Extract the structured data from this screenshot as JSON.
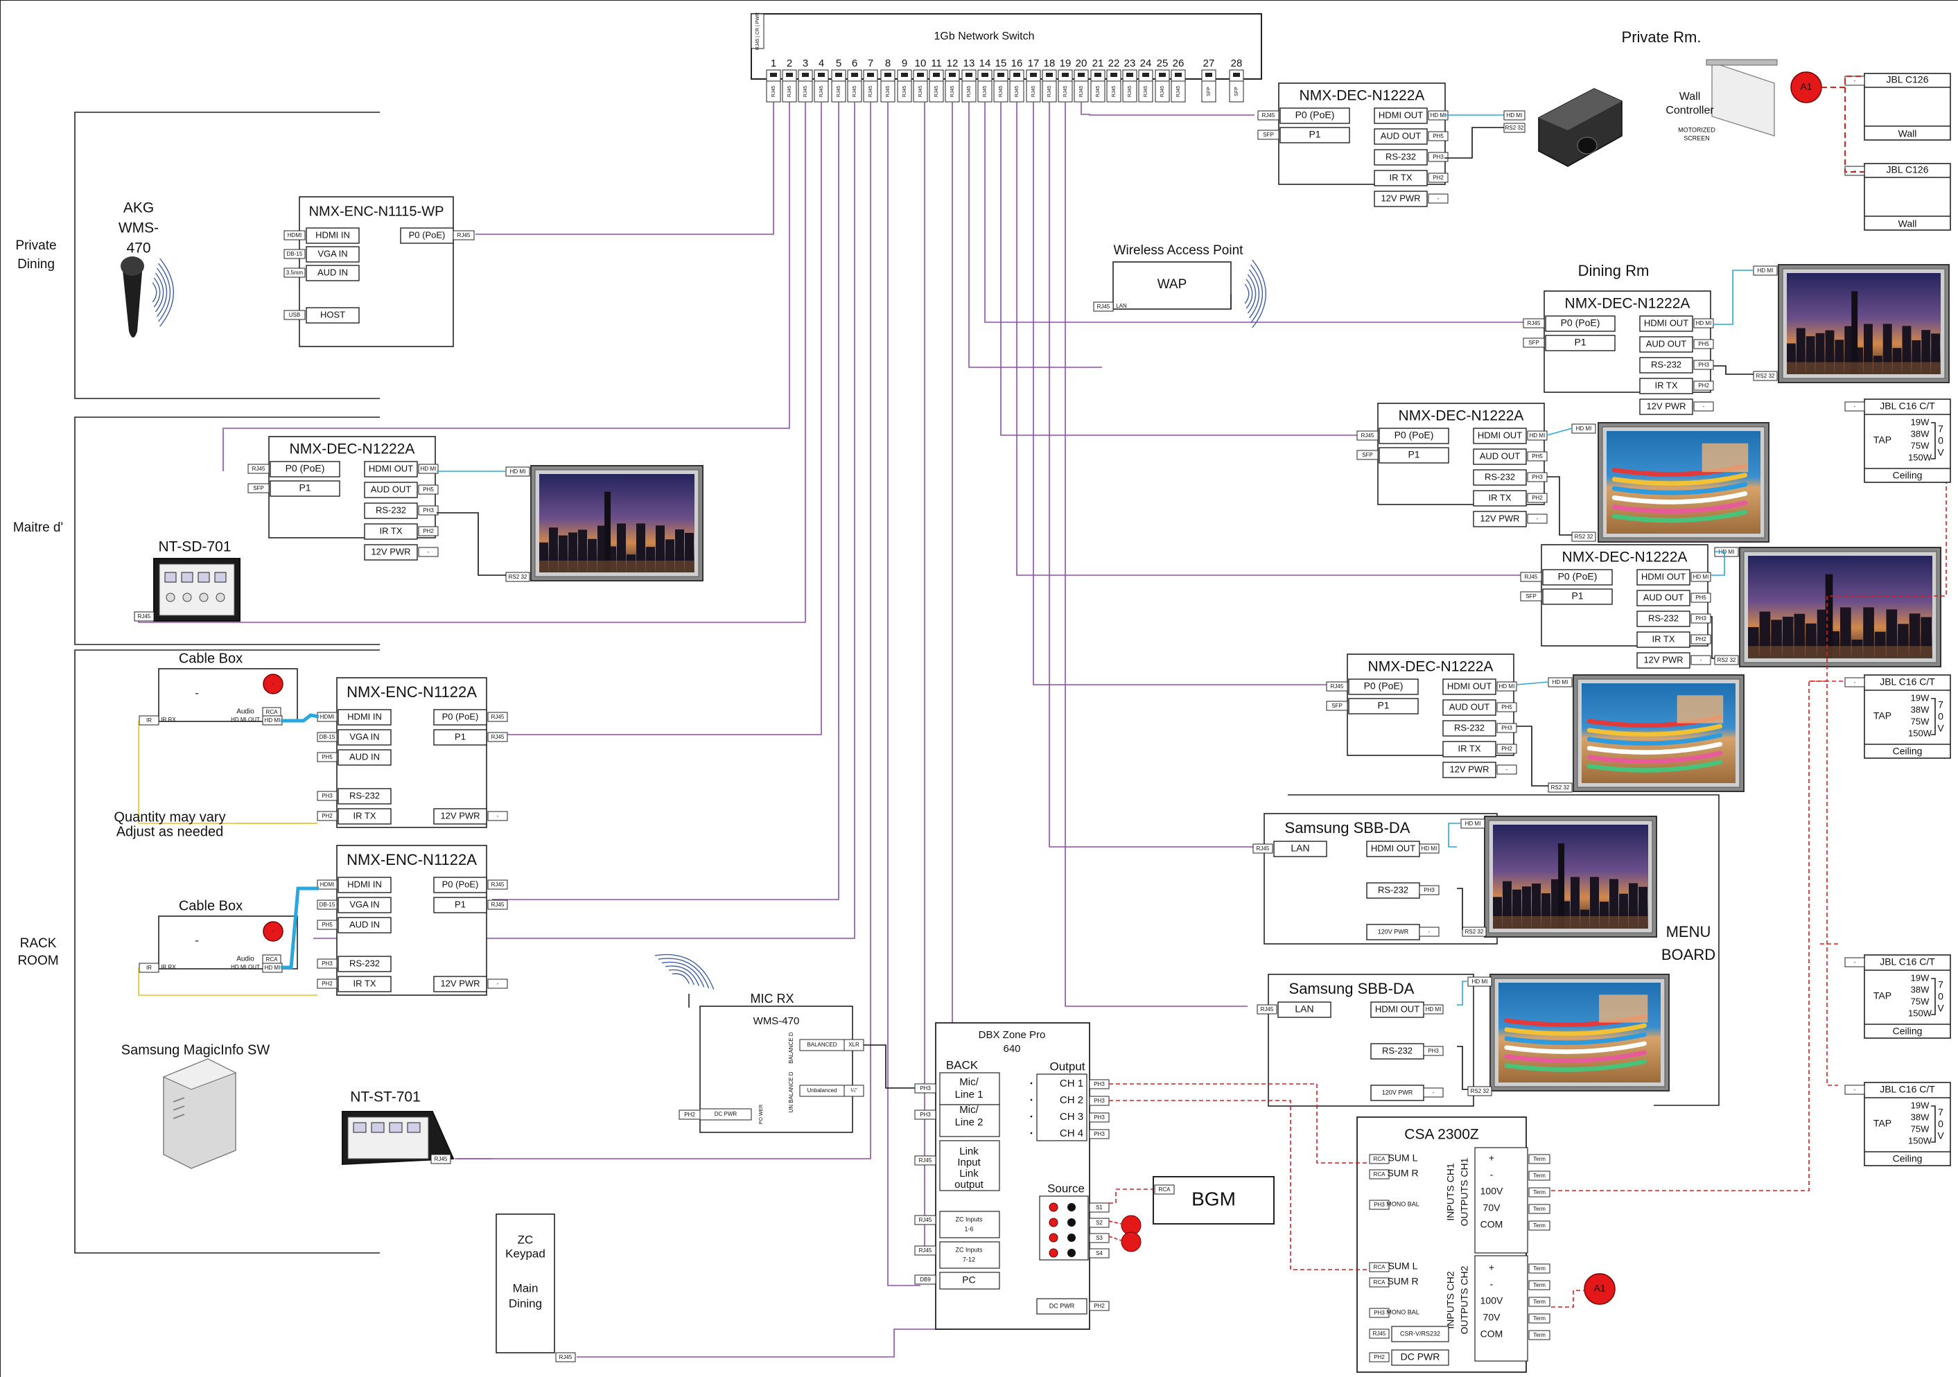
{
  "switch": {
    "title": "1Gb Network Switch",
    "side_label": "RJ45 | CR | PWR",
    "ports": [
      "1",
      "2",
      "3",
      "4",
      "5",
      "6",
      "7",
      "8",
      "9",
      "10",
      "11",
      "12",
      "13",
      "14",
      "15",
      "16",
      "17",
      "18",
      "19",
      "20",
      "21",
      "22",
      "23",
      "24",
      "25",
      "26",
      "27",
      "28"
    ],
    "port_jack": "RJ45",
    "sfp_jack": "SFP"
  },
  "rooms": {
    "private_dining": "Private Dining",
    "maitre_d": "Maitre d'",
    "rack_room": "RACK ROOM",
    "private_rm": "Private Rm.",
    "dining_rm": "Dining Rm",
    "menu_board": "MENU BOARD"
  },
  "mic": {
    "title": "AKG WMS-470"
  },
  "wall_controller": {
    "title": "Wall Controller",
    "sub": "MOTORIZED SCREEN"
  },
  "encoder_wp": {
    "title": "NMX-ENC-N1115-WP",
    "rows": [
      "HDMI IN",
      "VGA IN",
      "AUD IN",
      "HOST"
    ],
    "tags": [
      "HDMI",
      "DB-15",
      "3.5mm",
      "USB"
    ],
    "out": "P0 (PoE)",
    "out_tag": "RJ45"
  },
  "decoder": {
    "title": "NMX-DEC-N1222A",
    "left": [
      "P0 (PoE)",
      "P1"
    ],
    "left_tags": [
      "RJ45",
      "SFP"
    ],
    "right": [
      "HDMI OUT",
      "AUD OUT",
      "RS-232",
      "IR TX",
      "12V PWR"
    ],
    "right_tags": [
      "HD MI",
      "PH5",
      "PH3",
      "PH2",
      "-"
    ]
  },
  "encoder": {
    "title": "NMX-ENC-N1122A",
    "left": [
      "HDMI IN",
      "VGA IN",
      "AUD IN",
      "RS-232",
      "IR TX"
    ],
    "left_tags": [
      "HDMI",
      "DB-15",
      "PH5",
      "PH3",
      "PH2"
    ],
    "right": [
      "P0 (PoE)",
      "P1",
      "12V PWR"
    ],
    "right_tags": [
      "RJ45",
      "RJ45",
      "-"
    ]
  },
  "cable_box": {
    "title": "Cable Box",
    "dash": "-",
    "audio": "Audio",
    "rca": "RCA",
    "hdmi_out": "HD MI OUT",
    "hdmi_tag": "HD MI",
    "ir": "IR",
    "ir_rx": "IR RX"
  },
  "samsung": {
    "title": "Samsung SBB-DA",
    "lan": "LAN",
    "lan_tag": "RJ45",
    "hdmi": "HDMI OUT",
    "hdmi_tag": "HD MI",
    "rs232": "RS-232",
    "rs_tag": "PH3",
    "pwr": "120V PWR",
    "pwr_tag": "-"
  },
  "display_tags": {
    "hdmi": "HD MI",
    "rs232": "RS2 32"
  },
  "touch_sd": {
    "title": "NT-SD-701",
    "tag": "RJ45"
  },
  "touch_st": {
    "title": "NT-ST-701",
    "tag": "RJ45"
  },
  "wap": {
    "title": "Wireless Access Point",
    "box": "WAP",
    "tag": "RJ45",
    "lan": "LAN"
  },
  "quantity_note": [
    "Quantity may vary",
    "Adjust as needed"
  ],
  "magicinfo": "Samsung MagicInfo SW",
  "mic_rx": {
    "title": "MIC RX",
    "model": "WMS-470",
    "balance": "BALANCE D",
    "unbalance": "UN BALANCE D",
    "balanced": "BALANCED",
    "xlr": "XLR",
    "unbalanced": "Unbalanced",
    "quarter": "¼\"",
    "dc_pwr": "DC PWR",
    "ph2": "PH2",
    "pwr_side": "PO WER"
  },
  "dbx": {
    "title": "DBX Zone Pro",
    "model": "640",
    "back": "BACK",
    "mic1": "Mic/ Line 1",
    "mic2": "Mic/ Line 2",
    "link": "Link Input Link output",
    "zc1": "ZC Inputs 1-6",
    "zc2": "ZC Inputs 7-12",
    "pc": "PC",
    "output": "Output",
    "ch": [
      "CH 1",
      "CH 2",
      "CH 3",
      "CH 4"
    ],
    "source": "Source",
    "s": [
      "S1",
      "S2",
      "S3",
      "S4"
    ],
    "dc_pwr": "DC PWR",
    "ph3": "PH3",
    "ph2": "PH2",
    "rj45": "RJ45",
    "db9": "DB9"
  },
  "bgm": {
    "title": "BGM",
    "tag": "RCA"
  },
  "zc_keypad": {
    "title": "ZC Keypad",
    "sub": "Main Dining",
    "tag": "RJ45"
  },
  "amp": {
    "title": "CSA 2300Z",
    "ch1": [
      {
        "tag": "RCA",
        "label": "SUM L"
      },
      {
        "tag": "RCA",
        "label": "SUM R"
      },
      {
        "tag": "PH3",
        "label": "MONO BAL"
      }
    ],
    "ch2": [
      {
        "tag": "RCA",
        "label": "SUM L"
      },
      {
        "tag": "RCA",
        "label": "SUM R"
      },
      {
        "tag": "PH3",
        "label": "MONO BAL"
      }
    ],
    "in1": "INPUTS CH1",
    "out1": "OUTPUTS CH1",
    "in2": "INPUTS CH2",
    "out2": "OUTPUTS CH2",
    "outs": [
      "+",
      "-",
      "100V",
      "70V",
      "COM"
    ],
    "term": "Term",
    "bottom": [
      {
        "tag": "RJ45",
        "label": "CSR-V/RS232"
      },
      {
        "tag": "PH2",
        "label": "DC PWR"
      }
    ]
  },
  "speakers_wall": {
    "title": "JBL C126",
    "foot": "Wall",
    "tag": "-"
  },
  "speakers_ceiling": {
    "title": "JBL C16 C/T",
    "tap": "TAP",
    "watts": [
      "19W",
      "38W",
      "75W",
      "150W"
    ],
    "volts": [
      "7",
      "0",
      "V"
    ],
    "foot": "Ceiling",
    "tag": "-"
  },
  "badge": {
    "label": "A1"
  },
  "colors": {
    "network": "#8e4fa8",
    "video": "#2aa7dc",
    "audio": "#e01b1b",
    "ir": "#e6c229",
    "black": "#111111",
    "badge": "#e41818"
  }
}
